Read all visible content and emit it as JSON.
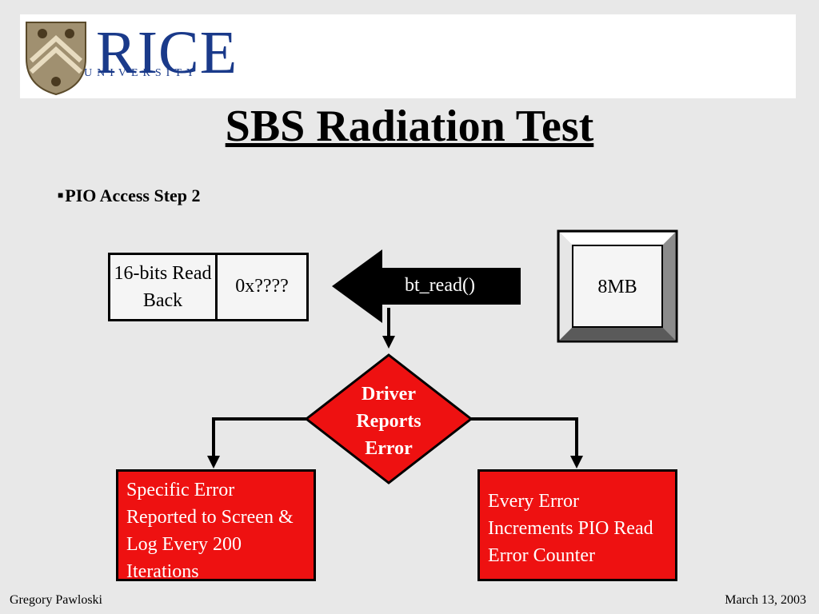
{
  "slide": {
    "title": "SBS Radiation Test",
    "bullet": "PIO Access Step 2",
    "logo": {
      "word": "RICE",
      "sub": "UNIVERSITY"
    }
  },
  "diagram": {
    "register_label": "16-bits Read Back",
    "register_value": "0x????",
    "arrow_label": "bt_read()",
    "memory_label": "8MB",
    "decision_label": "Driver Reports Error",
    "left_outcome": "Specific Error Reported to Screen & Log Every 200 Iterations",
    "right_outcome": "Every Error Increments PIO Read Error Counter"
  },
  "footer": {
    "author": "Gregory Pawloski",
    "date": "March 13, 2003"
  },
  "colors": {
    "accent_red": "#ee1111",
    "logo_blue": "#1a3a8a",
    "background": "#e8e8e8"
  }
}
